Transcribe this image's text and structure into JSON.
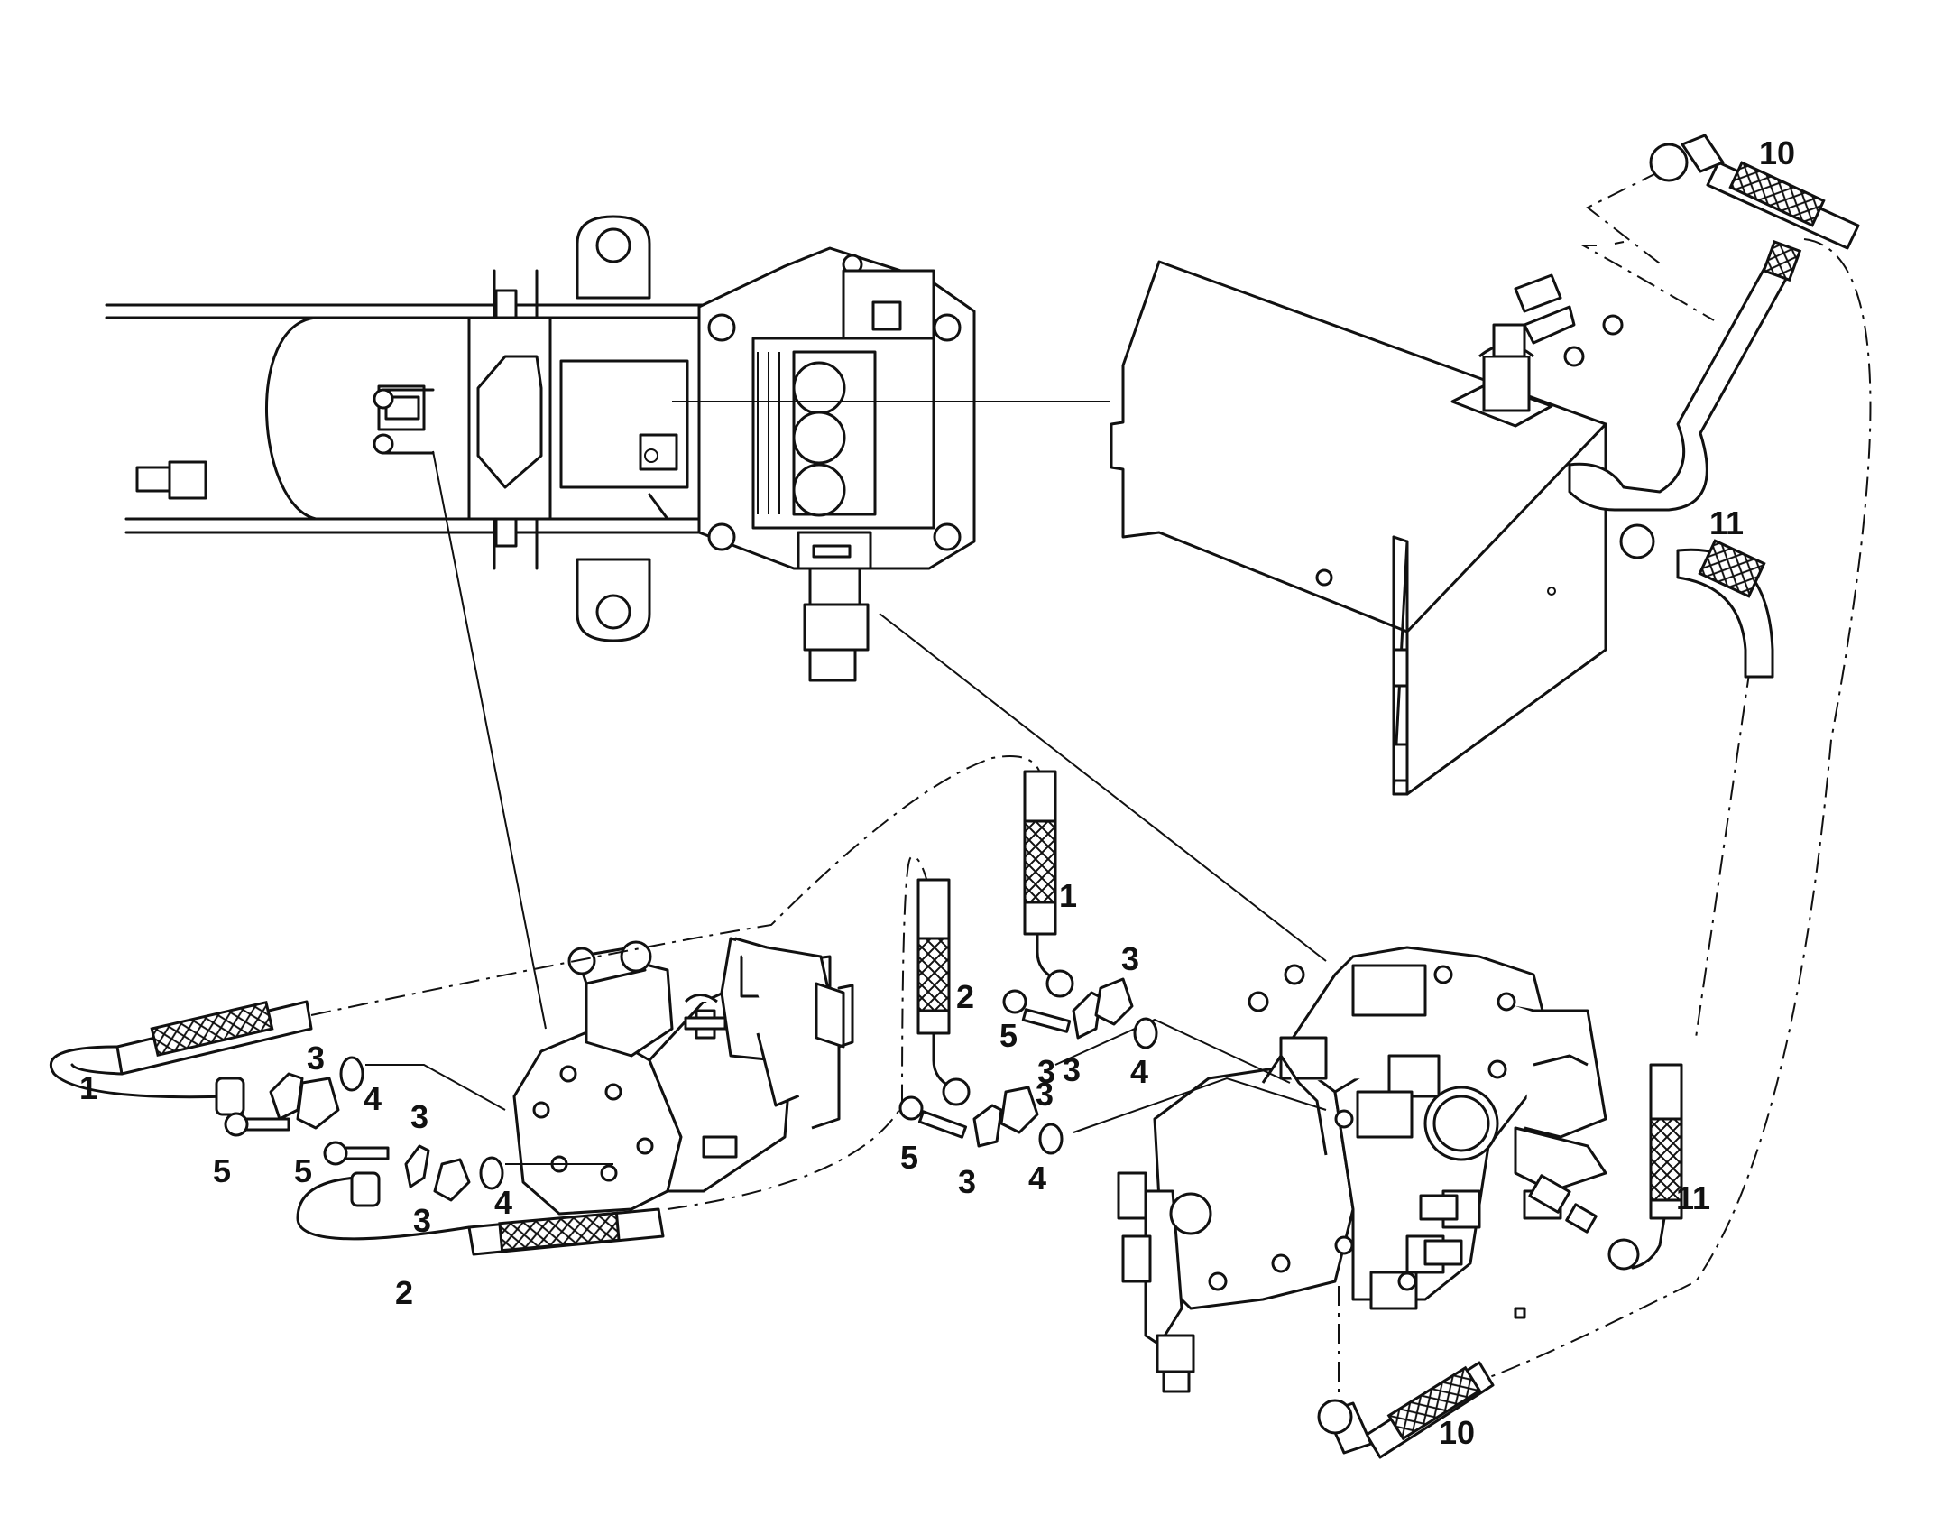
{
  "diagram": {
    "callouts": [
      {
        "id": "c1a",
        "text": "1"
      },
      {
        "id": "c1b",
        "text": "1"
      },
      {
        "id": "c2a",
        "text": "2"
      },
      {
        "id": "c2b",
        "text": "2"
      },
      {
        "id": "c3a",
        "text": "3"
      },
      {
        "id": "c3b",
        "text": "3"
      },
      {
        "id": "c3c",
        "text": "3"
      },
      {
        "id": "c3d",
        "text": "3"
      },
      {
        "id": "c3e",
        "text": "3"
      },
      {
        "id": "c3f",
        "text": "3"
      },
      {
        "id": "c3g",
        "text": "3"
      },
      {
        "id": "c3h",
        "text": "3"
      },
      {
        "id": "c4a",
        "text": "4"
      },
      {
        "id": "c4b",
        "text": "4"
      },
      {
        "id": "c4c",
        "text": "4"
      },
      {
        "id": "c4d",
        "text": "4"
      },
      {
        "id": "c5a",
        "text": "5"
      },
      {
        "id": "c5b",
        "text": "5"
      },
      {
        "id": "c5c",
        "text": "5"
      },
      {
        "id": "c5d",
        "text": "5"
      },
      {
        "id": "c10a",
        "text": "10"
      },
      {
        "id": "c10b",
        "text": "10"
      },
      {
        "id": "c11a",
        "text": "11"
      },
      {
        "id": "c11b",
        "text": "11"
      }
    ]
  }
}
